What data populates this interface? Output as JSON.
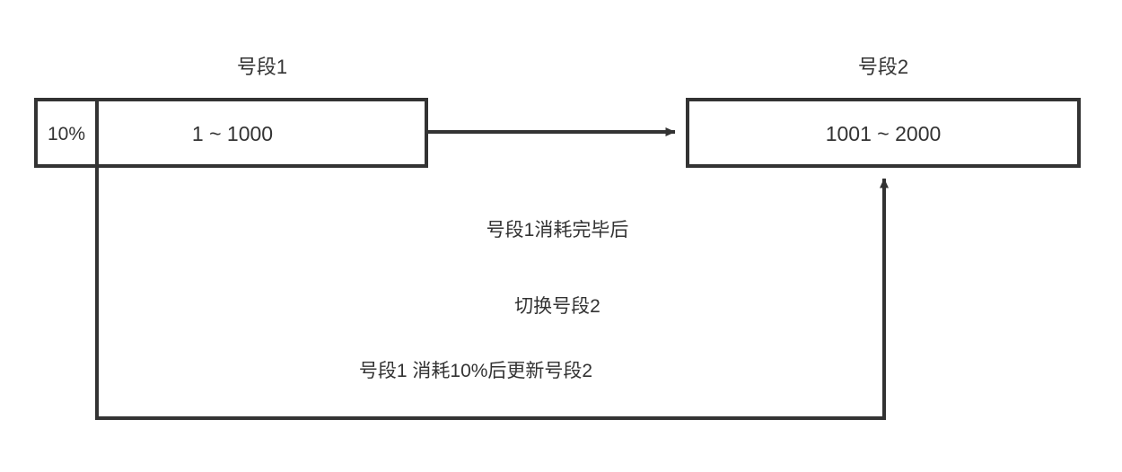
{
  "diagram": {
    "title_left": "号段1",
    "title_right": "号段2",
    "stroke_color": "#333333",
    "background_color": "#ffffff",
    "segment1": {
      "percent_cell": "10%",
      "range": "1 ~ 1000"
    },
    "segment2": {
      "range": "1001 ~ 2000"
    },
    "edges": [
      {
        "name": "switch-edge",
        "line1": "号段1消耗完毕后",
        "line2": "切换号段2"
      },
      {
        "name": "refresh-edge",
        "line1": "号段1 消耗10%后更新号段2"
      }
    ]
  }
}
